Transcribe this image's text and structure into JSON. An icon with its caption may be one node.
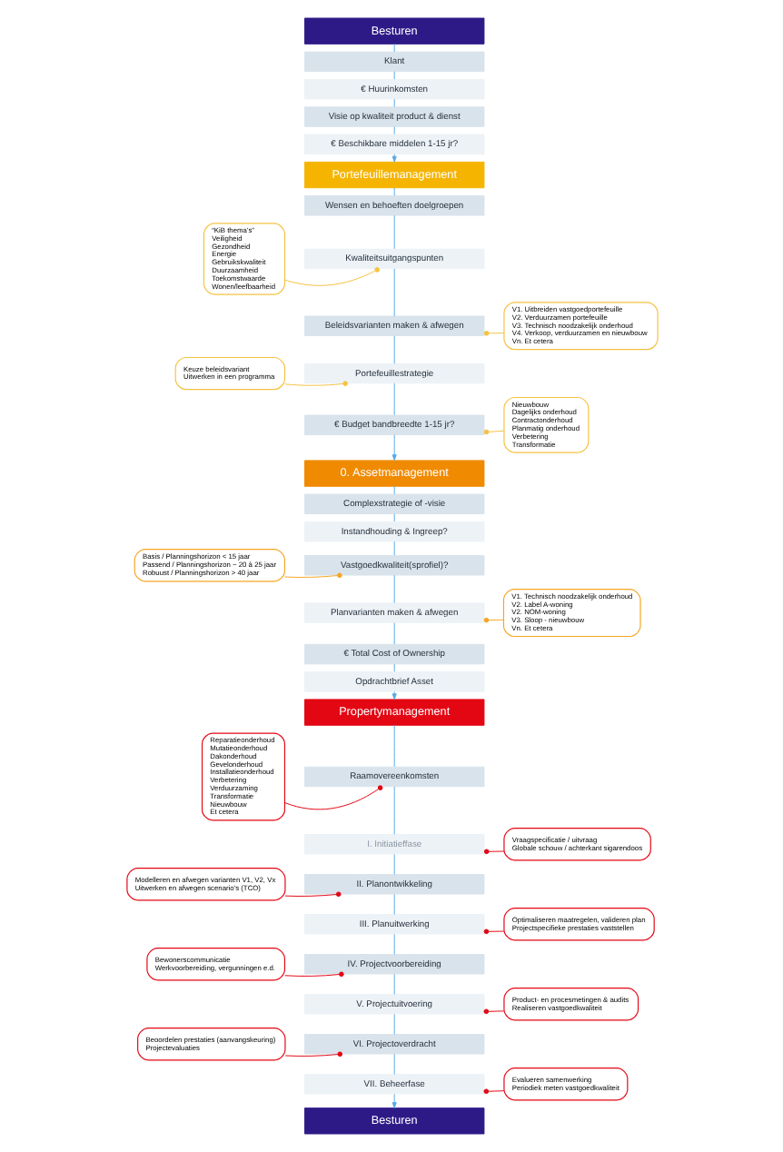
{
  "diagram": {
    "nodes": [
      {
        "text": [
          "Besturen"
        ]
      },
      {
        "text": [
          "Klant"
        ]
      },
      {
        "text": [
          "€ Huurinkomsten"
        ]
      },
      {
        "text": [
          "Visie op kwaliteit product & dienst"
        ]
      },
      {
        "text": [
          "€ Beschikbare middelen 1-15 jr?"
        ]
      },
      {
        "text": [
          "Portefeuillemanagement"
        ]
      },
      {
        "text": [
          "Wensen en behoeften doelgroepen"
        ]
      },
      {
        "text": [
          "Kwaliteitsuitgangspunten"
        ]
      },
      {
        "text": [
          "Beleidsvarianten maken & afwegen"
        ]
      },
      {
        "text": [
          "Portefeuillestrategie"
        ]
      },
      {
        "text": [
          "€ Budget bandbreedte 1-15 jr?"
        ]
      },
      {
        "text": [
          "“KiB thema's”",
          "Veiligheid",
          "Gezondheid",
          "Energie",
          "Gebruikskwaliteit",
          "Duurzaamheid",
          "Toekomstwaarde",
          "Wonen/leefbaarheid"
        ]
      },
      {
        "text": [
          "V1. Uitbreiden vastgoedportefeuille",
          "V2. Verduurzamen portefeuille",
          "V3. Technisch noodzakelijk onderhoud",
          "V4. Verkoop, verduurzamen en nieuwbouw",
          "Vn. Et cetera"
        ]
      },
      {
        "text": [
          "Keuze beleidsvariant",
          "Uitwerken in een programma"
        ]
      },
      {
        "text": [
          "Nieuwbouw",
          "Dagelijks onderhoud",
          "Contractonderhoud",
          "Planmatig onderhoud",
          "Verbetering",
          "Transformatie"
        ]
      },
      {
        "text": [
          "0. Assetmanagement"
        ]
      },
      {
        "text": [
          "Complexstrategie of -visie"
        ]
      },
      {
        "text": [
          "Instandhouding & Ingreep?"
        ]
      },
      {
        "text": [
          "Vastgoedkwaliteit(sprofiel)?"
        ]
      },
      {
        "text": [
          "Planvarianten maken & afwegen"
        ]
      },
      {
        "text": [
          "€ Total Cost of Ownership"
        ]
      },
      {
        "text": [
          "Opdrachtbrief Asset"
        ]
      },
      {
        "text": [
          "Basis / Planningshorizon < 15 jaar",
          "Passend / Planningshorizon ~ 20 à 25 jaar",
          "Robuust / Planningshorizon > 40 jaar"
        ]
      },
      {
        "text": [
          "V1. Technisch noodzakelijk onderhoud",
          "V2. Label A-woning",
          "V2. NOM-woning",
          "V3. Sloop - nieuwbouw",
          "Vn. Et cetera"
        ]
      },
      {
        "text": [
          "Propertymanagement"
        ]
      },
      {
        "text": [
          "Raamovereenkomsten"
        ]
      },
      {
        "text": [
          "I. Initiatieffase"
        ]
      },
      {
        "text": [
          "II. Planontwikkeling"
        ]
      },
      {
        "text": [
          "III. Planuitwerking"
        ]
      },
      {
        "text": [
          "IV. Projectvoorbereiding"
        ]
      },
      {
        "text": [
          "V. Projectuitvoering"
        ]
      },
      {
        "text": [
          "VI. Projectoverdracht"
        ]
      },
      {
        "text": [
          "VII. Beheerfase"
        ]
      },
      {
        "text": [
          "Reparatieonderhoud",
          "Mutatieonderhoud",
          "Dakonderhoud",
          "Gevelonderhoud",
          "Installatieonderhoud",
          "Verbetering",
          "Verduurzaming",
          "Transformatie",
          "Nieuwbouw",
          "Et cetera"
        ]
      },
      {
        "text": [
          "Vraagspecificatie / uitvraag",
          "Globale schouw / achterkant sigarendoos"
        ]
      },
      {
        "text": [
          "Modelleren en afwegen varianten V1, V2, Vx",
          "Uitwerken en afwegen scenario's (TCO)"
        ]
      },
      {
        "text": [
          "Optimaliseren maatregelen, valideren plan",
          "Projectspecifieke prestaties vaststellen"
        ]
      },
      {
        "text": [
          "Bewonerscommunicatie",
          "Werkvoorbereiding, vergunningen e.d."
        ]
      },
      {
        "text": [
          "Product- en procesmetingen & audits",
          "Realiseren vastgoedkwaliteit"
        ]
      },
      {
        "text": [
          "Beoordelen prestaties (aanvangskeuring)",
          "Projectevaluaties"
        ]
      },
      {
        "text": [
          "Evalueren samenwerking",
          "Periodiek meten vastgoedkwaliteit"
        ]
      },
      {
        "text": [
          "Besturen"
        ]
      }
    ],
    "edges": [
      {
        "from": 0,
        "to": 1,
        "arrow": "none"
      },
      {
        "from": 1,
        "to": 2,
        "arrow": "none"
      },
      {
        "from": 2,
        "to": 3,
        "arrow": "none"
      },
      {
        "from": 3,
        "to": 4,
        "arrow": "none"
      },
      {
        "from": 4,
        "to": 5,
        "arrow": "to"
      },
      {
        "from": 5,
        "to": 6,
        "arrow": "none"
      },
      {
        "from": 6,
        "to": 7,
        "arrow": "none"
      },
      {
        "from": 7,
        "to": 8,
        "arrow": "none"
      },
      {
        "from": 8,
        "to": 9,
        "arrow": "none"
      },
      {
        "from": 9,
        "to": 10,
        "arrow": "none"
      },
      {
        "from": 11,
        "to": 7,
        "arrow": "other",
        "color": "#f5c242"
      },
      {
        "from": 12,
        "to": 8,
        "arrow": "other",
        "color": "#f5c242"
      },
      {
        "from": 13,
        "to": 9,
        "arrow": "other",
        "color": "#f5c242"
      },
      {
        "from": 14,
        "to": 10,
        "arrow": "other",
        "color": "#f5c242"
      },
      {
        "from": 10,
        "to": 15,
        "arrow": "to"
      },
      {
        "from": 15,
        "to": 16,
        "arrow": "none"
      },
      {
        "from": 16,
        "to": 17,
        "arrow": "none"
      },
      {
        "from": 17,
        "to": 18,
        "arrow": "none"
      },
      {
        "from": 18,
        "to": 19,
        "arrow": "none"
      },
      {
        "from": 19,
        "to": 20,
        "arrow": "none"
      },
      {
        "from": 20,
        "to": 21,
        "arrow": "none"
      },
      {
        "from": 22,
        "to": 18,
        "arrow": "other",
        "color": "#f5a623"
      },
      {
        "from": 23,
        "to": 19,
        "arrow": "other",
        "color": "#f5a623"
      },
      {
        "from": 21,
        "to": 24,
        "arrow": "to"
      },
      {
        "from": 24,
        "to": 25,
        "arrow": "none"
      },
      {
        "from": 25,
        "to": 26,
        "arrow": "none"
      },
      {
        "from": 26,
        "to": 27,
        "arrow": "none"
      },
      {
        "from": 27,
        "to": 28,
        "arrow": "none"
      },
      {
        "from": 28,
        "to": 29,
        "arrow": "none"
      },
      {
        "from": 29,
        "to": 30,
        "arrow": "none"
      },
      {
        "from": 30,
        "to": 31,
        "arrow": "none"
      },
      {
        "from": 31,
        "to": 32,
        "arrow": "none"
      },
      {
        "from": 33,
        "to": 25,
        "arrow": "other",
        "color": "#e30613"
      },
      {
        "from": 34,
        "to": 26,
        "arrow": "other",
        "color": "#e30613"
      },
      {
        "from": 35,
        "to": 27,
        "arrow": "other",
        "color": "#e30613"
      },
      {
        "from": 36,
        "to": 28,
        "arrow": "other",
        "color": "#e30613"
      },
      {
        "from": 37,
        "to": 29,
        "arrow": "other",
        "color": "#e30613"
      },
      {
        "from": 38,
        "to": 30,
        "arrow": "other",
        "color": "#e30613"
      },
      {
        "from": 39,
        "to": 31,
        "arrow": "other",
        "color": "#e30613"
      },
      {
        "from": 40,
        "to": 32,
        "arrow": "other",
        "color": "#e30613"
      },
      {
        "from": 32,
        "to": 41,
        "arrow": "to"
      }
    ]
  }
}
